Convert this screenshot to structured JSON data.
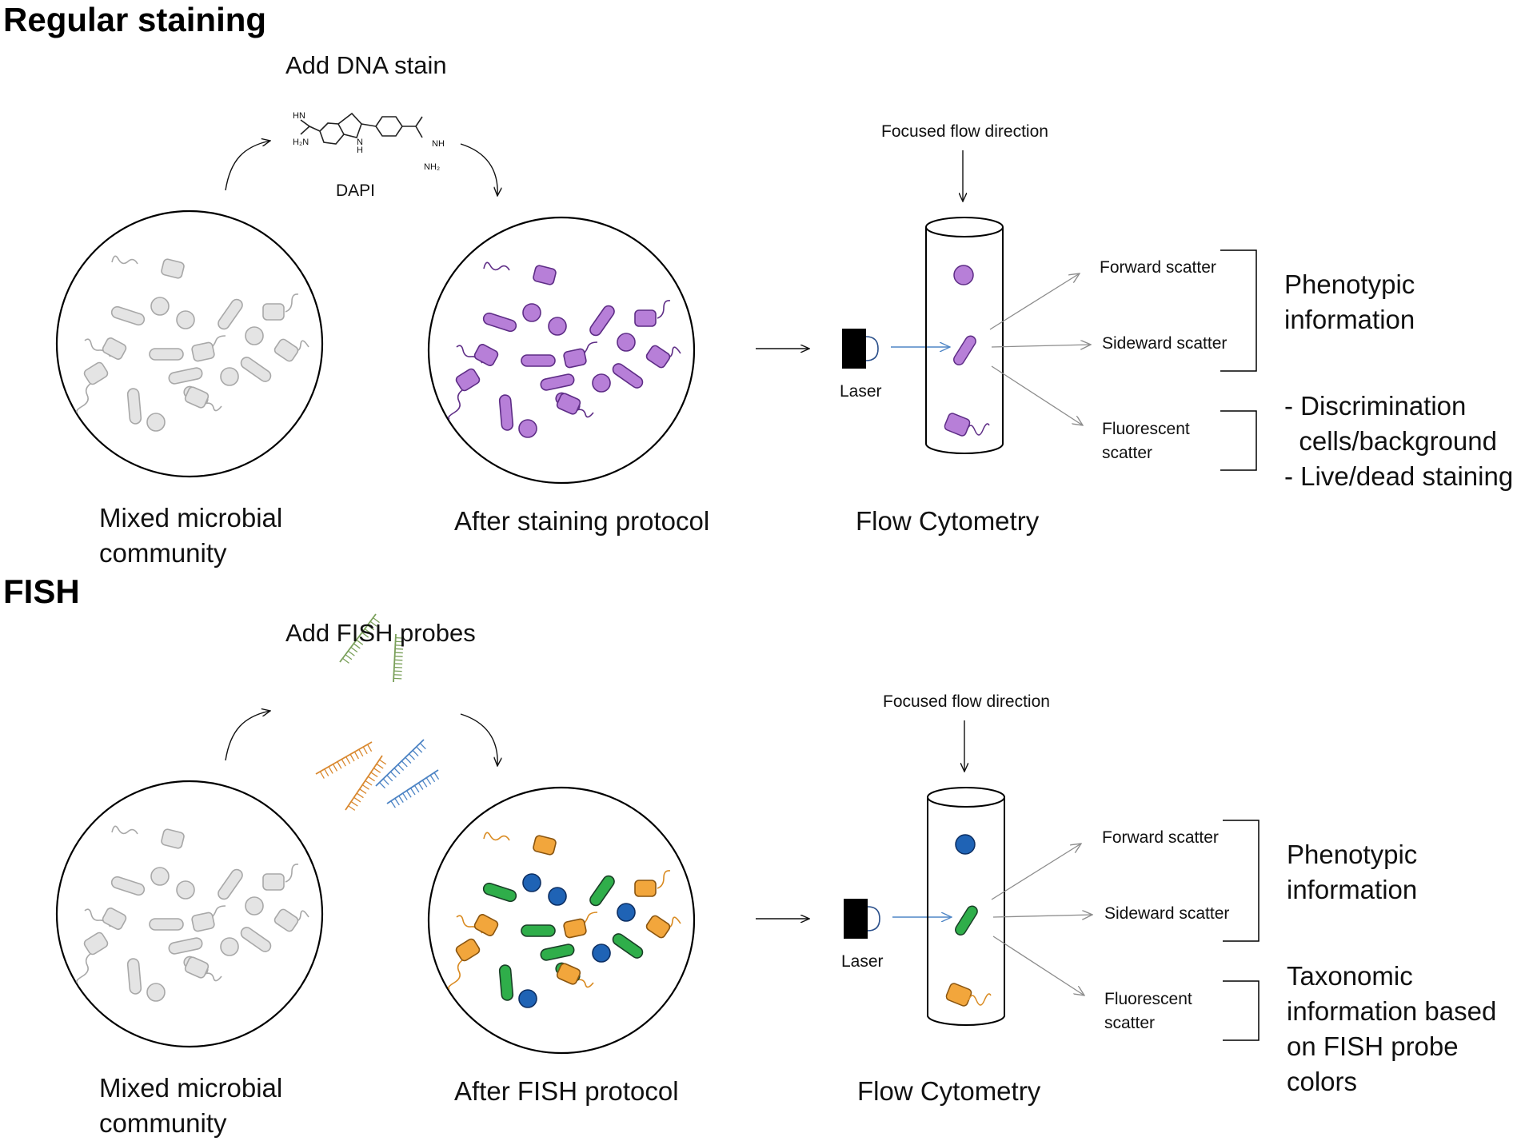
{
  "panels": [
    {
      "title": "Regular staining",
      "add_step": "Add DNA stain",
      "reagent_label": "DAPI",
      "molecule_atoms": [
        "HN",
        "H₂N",
        "N",
        "H",
        "NH",
        "NH₂"
      ],
      "before_label": [
        "Mixed microbial",
        "community"
      ],
      "after_label": "After staining protocol",
      "cytometry_label": "Flow Cytometry",
      "flow_label": "Focused flow direction",
      "laser_label": "Laser",
      "forward_label": "Forward scatter",
      "sideward_label": "Sideward scatter",
      "fluorescent_label": [
        "Fluorescent",
        "scatter"
      ],
      "info_top": [
        "Phenotypic",
        "information"
      ],
      "info_bottom": [
        "- Discrimination",
        "  cells/background",
        "- Live/dead staining"
      ],
      "colors": {
        "rod": "#b77fd8",
        "coccus": "#b77fd8",
        "square": "#b77fd8",
        "stroke": "#5e2d86"
      }
    },
    {
      "title": "FISH",
      "add_step": "Add FISH probes",
      "before_label": [
        "Mixed microbial",
        "community"
      ],
      "after_label": "After FISH protocol",
      "cytometry_label": "Flow Cytometry",
      "flow_label": "Focused flow direction",
      "laser_label": "Laser",
      "forward_label": "Forward scatter",
      "sideward_label": "Sideward scatter",
      "fluorescent_label": [
        "Fluorescent",
        "scatter"
      ],
      "info_top": [
        "Phenotypic",
        "information"
      ],
      "info_bottom": [
        "Taxonomic",
        "information based",
        "on FISH probe",
        "colors"
      ],
      "probe_colors": [
        "#7aa05a",
        "#d9882f",
        "#4c83c4"
      ],
      "colors": {
        "rod": "#2fae4a",
        "coccus": "#1f63b5",
        "square": "#f2a63c",
        "stroke": "#1a3f27",
        "coccus_stroke": "#0d2f63",
        "square_stroke": "#8a5510",
        "tail": "#d98a20"
      }
    }
  ],
  "palette": {
    "unstained_fill": "#e4e4e4",
    "unstained_stroke": "#a8a8a8",
    "arrow": "#111111",
    "beam": "#4f86c6",
    "scatter_arrow": "#8c8c8c"
  }
}
